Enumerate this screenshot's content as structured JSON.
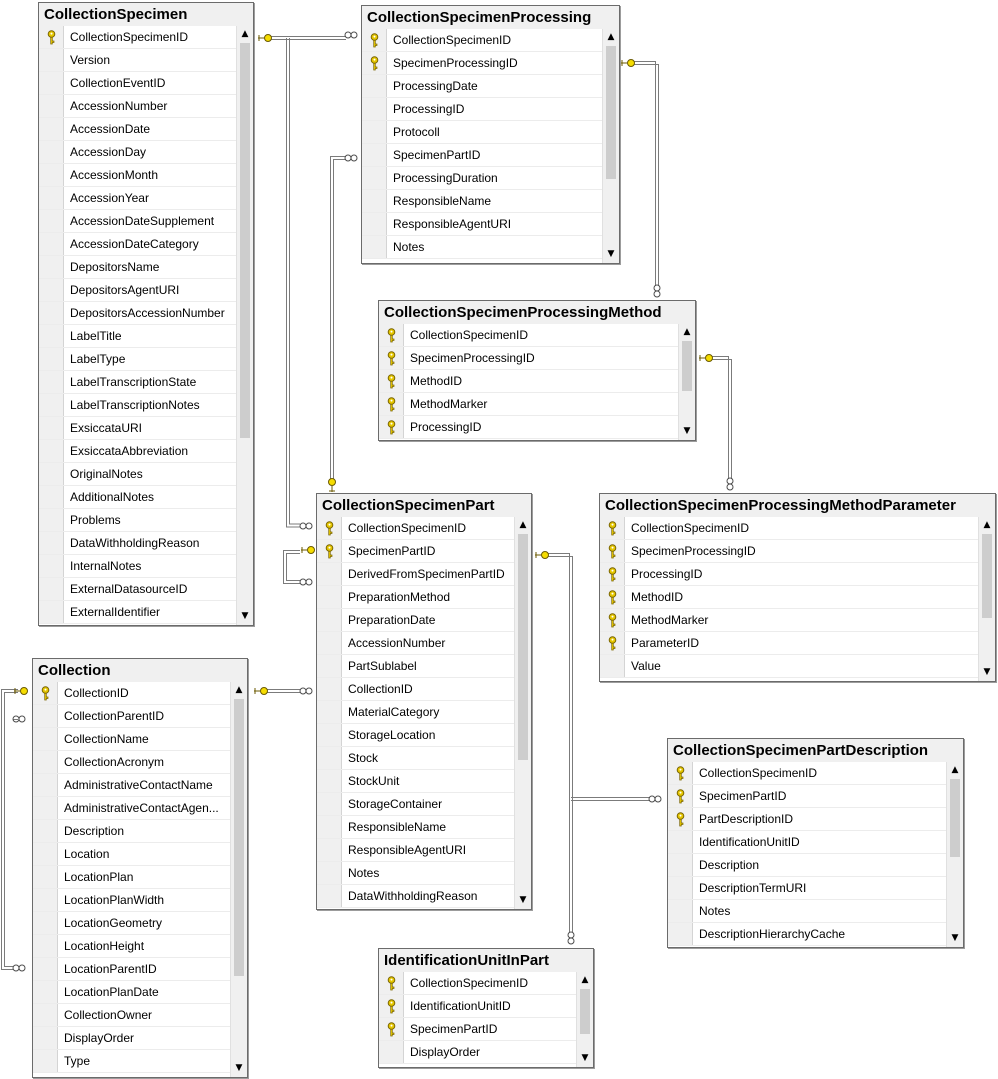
{
  "tables": [
    {
      "id": "cs",
      "title": "CollectionSpecimen",
      "columns": [
        {
          "name": "CollectionSpecimenID",
          "key": true
        },
        {
          "name": "Version"
        },
        {
          "name": "CollectionEventID"
        },
        {
          "name": "AccessionNumber"
        },
        {
          "name": "AccessionDate"
        },
        {
          "name": "AccessionDay"
        },
        {
          "name": "AccessionMonth"
        },
        {
          "name": "AccessionYear"
        },
        {
          "name": "AccessionDateSupplement"
        },
        {
          "name": "AccessionDateCategory"
        },
        {
          "name": "DepositorsName"
        },
        {
          "name": "DepositorsAgentURI"
        },
        {
          "name": "DepositorsAccessionNumber"
        },
        {
          "name": "LabelTitle"
        },
        {
          "name": "LabelType"
        },
        {
          "name": "LabelTranscriptionState"
        },
        {
          "name": "LabelTranscriptionNotes"
        },
        {
          "name": "ExsiccataURI"
        },
        {
          "name": "ExsiccataAbbreviation"
        },
        {
          "name": "OriginalNotes"
        },
        {
          "name": "AdditionalNotes"
        },
        {
          "name": "Problems"
        },
        {
          "name": "DataWithholdingReason"
        },
        {
          "name": "InternalNotes"
        },
        {
          "name": "ExternalDatasourceID"
        },
        {
          "name": "ExternalIdentifier"
        }
      ]
    },
    {
      "id": "csp",
      "title": "CollectionSpecimenProcessing",
      "columns": [
        {
          "name": "CollectionSpecimenID",
          "key": true
        },
        {
          "name": "SpecimenProcessingID",
          "key": true
        },
        {
          "name": "ProcessingDate"
        },
        {
          "name": "ProcessingID"
        },
        {
          "name": "Protocoll"
        },
        {
          "name": "SpecimenPartID"
        },
        {
          "name": "ProcessingDuration"
        },
        {
          "name": "ResponsibleName"
        },
        {
          "name": "ResponsibleAgentURI"
        },
        {
          "name": "Notes"
        }
      ]
    },
    {
      "id": "cspm",
      "title": "CollectionSpecimenProcessingMethod",
      "columns": [
        {
          "name": "CollectionSpecimenID",
          "key": true
        },
        {
          "name": "SpecimenProcessingID",
          "key": true
        },
        {
          "name": "MethodID",
          "key": true
        },
        {
          "name": "MethodMarker",
          "key": true
        },
        {
          "name": "ProcessingID",
          "key": true
        }
      ]
    },
    {
      "id": "cspmp",
      "title": "CollectionSpecimenProcessingMethodParameter",
      "columns": [
        {
          "name": "CollectionSpecimenID",
          "key": true
        },
        {
          "name": "SpecimenProcessingID",
          "key": true
        },
        {
          "name": "ProcessingID",
          "key": true
        },
        {
          "name": "MethodID",
          "key": true
        },
        {
          "name": "MethodMarker",
          "key": true
        },
        {
          "name": "ParameterID",
          "key": true
        },
        {
          "name": "Value"
        }
      ]
    },
    {
      "id": "cpart",
      "title": "CollectionSpecimenPart",
      "columns": [
        {
          "name": "CollectionSpecimenID",
          "key": true
        },
        {
          "name": "SpecimenPartID",
          "key": true
        },
        {
          "name": "DerivedFromSpecimenPartID"
        },
        {
          "name": "PreparationMethod"
        },
        {
          "name": "PreparationDate"
        },
        {
          "name": "AccessionNumber"
        },
        {
          "name": "PartSublabel"
        },
        {
          "name": "CollectionID"
        },
        {
          "name": "MaterialCategory"
        },
        {
          "name": "StorageLocation"
        },
        {
          "name": "Stock"
        },
        {
          "name": "StockUnit"
        },
        {
          "name": "StorageContainer"
        },
        {
          "name": "ResponsibleName"
        },
        {
          "name": "ResponsibleAgentURI"
        },
        {
          "name": "Notes"
        },
        {
          "name": "DataWithholdingReason"
        }
      ]
    },
    {
      "id": "coll",
      "title": "Collection",
      "columns": [
        {
          "name": "CollectionID",
          "key": true
        },
        {
          "name": "CollectionParentID"
        },
        {
          "name": "CollectionName"
        },
        {
          "name": "CollectionAcronym"
        },
        {
          "name": "AdministrativeContactName"
        },
        {
          "name": "AdministrativeContactAgen..."
        },
        {
          "name": "Description"
        },
        {
          "name": "Location"
        },
        {
          "name": "LocationPlan"
        },
        {
          "name": "LocationPlanWidth"
        },
        {
          "name": "LocationGeometry"
        },
        {
          "name": "LocationHeight"
        },
        {
          "name": "LocationParentID"
        },
        {
          "name": "LocationPlanDate"
        },
        {
          "name": "CollectionOwner"
        },
        {
          "name": "DisplayOrder"
        },
        {
          "name": "Type"
        }
      ]
    },
    {
      "id": "cpd",
      "title": "CollectionSpecimenPartDescription",
      "columns": [
        {
          "name": "CollectionSpecimenID",
          "key": true
        },
        {
          "name": "SpecimenPartID",
          "key": true
        },
        {
          "name": "PartDescriptionID",
          "key": true
        },
        {
          "name": "IdentificationUnitID"
        },
        {
          "name": "Description"
        },
        {
          "name": "DescriptionTermURI"
        },
        {
          "name": "Notes"
        },
        {
          "name": "DescriptionHierarchyCache"
        }
      ]
    },
    {
      "id": "iuip",
      "title": "IdentificationUnitInPart",
      "columns": [
        {
          "name": "CollectionSpecimenID",
          "key": true
        },
        {
          "name": "IdentificationUnitID",
          "key": true
        },
        {
          "name": "SpecimenPartID",
          "key": true
        },
        {
          "name": "DisplayOrder"
        }
      ]
    }
  ],
  "scrollbar": {
    "up_glyph": "▲",
    "down_glyph": "▼"
  },
  "colors": {
    "key_fill": "#e6c700",
    "key_stroke": "#7a6500",
    "line": "#808080",
    "header_bg": "#f0f0f0"
  }
}
